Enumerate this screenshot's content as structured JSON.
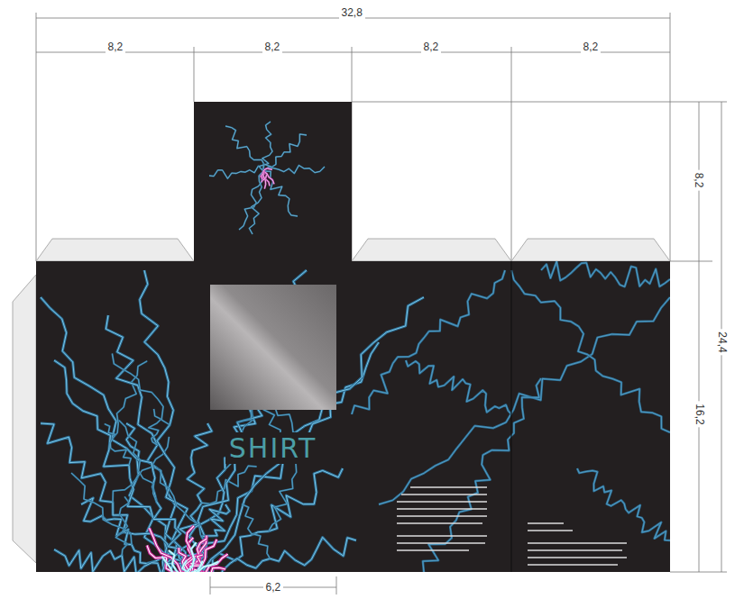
{
  "diagram": {
    "nodes": [
      {
        "text": [
          "SHIRT"
        ]
      }
    ],
    "labels": [
      "32,8",
      "8,2",
      "8,2",
      "8,2",
      "8,2",
      "8,2",
      "16,2",
      "24,4",
      "6,2"
    ]
  }
}
